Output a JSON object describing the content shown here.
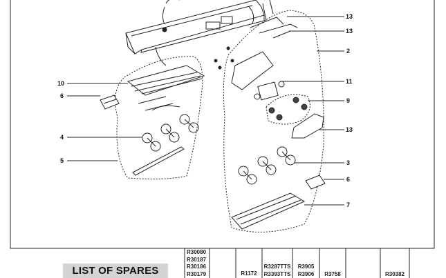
{
  "callouts": {
    "left": [
      "10",
      "6",
      "4",
      "5"
    ],
    "right": [
      "13",
      "13",
      "2",
      "11",
      "9",
      "13",
      "3",
      "6",
      "7"
    ]
  },
  "spares": {
    "title": "LIST OF SPARES",
    "columns": [
      [
        "R30080",
        "R30187",
        "R30186",
        "R30179"
      ],
      [],
      [
        "R1172"
      ],
      [
        "R3287TTS",
        "R3393TTS"
      ],
      [
        "R3905",
        "R3906"
      ],
      [
        "R3758"
      ],
      [],
      [
        "R30382"
      ],
      []
    ]
  }
}
